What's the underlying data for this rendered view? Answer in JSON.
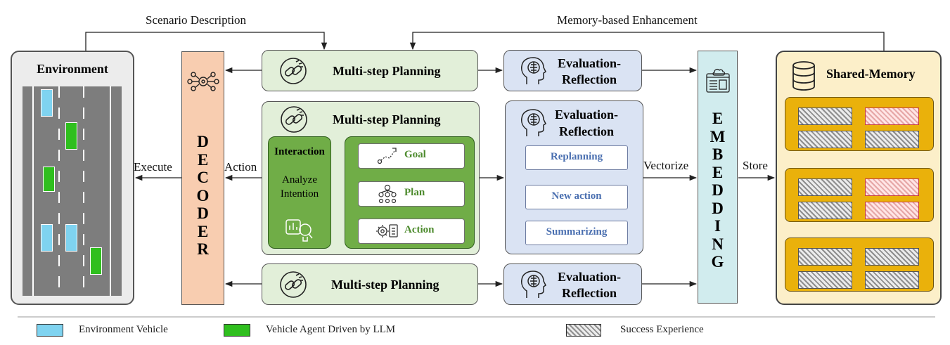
{
  "top_labels": {
    "scenario": "Scenario Description",
    "memory": "Memory-based Enhancement"
  },
  "environment": {
    "title": "Environment"
  },
  "decoder": {
    "letters": [
      "D",
      "E",
      "C",
      "O",
      "D",
      "E",
      "R"
    ]
  },
  "flow_labels": {
    "execute": "Execute",
    "action": "Action",
    "vectorize": "Vectorize",
    "store": "Store"
  },
  "planning": {
    "top_title": "Multi-step Planning",
    "middle_title": "Multi-step Planning",
    "bottom_title": "Multi-step Planning",
    "interaction_title": "Interaction",
    "interaction_text_1": "Analyze",
    "interaction_text_2": "Intention",
    "steps": [
      "Goal",
      "Plan",
      "Action"
    ]
  },
  "evaluation": {
    "top": [
      "Evaluation-",
      "Reflection"
    ],
    "middle": [
      "Evaluation-",
      "Reflection"
    ],
    "bottom": [
      "Evaluation-",
      "Reflection"
    ],
    "substeps": [
      "Replanning",
      "New action",
      "Summarizing"
    ]
  },
  "embedding": {
    "letters": [
      "E",
      "M",
      "B",
      "E",
      "D",
      "D",
      "I",
      "N",
      "G"
    ]
  },
  "shared_memory": {
    "title": "Shared-Memory",
    "groups": [
      [
        "success",
        "failure",
        "success",
        "success"
      ],
      [
        "success",
        "failure",
        "success",
        "failure"
      ],
      [
        "success",
        "success",
        "success",
        "success"
      ]
    ]
  },
  "legend": [
    {
      "label": "Environment Vehicle",
      "color": "#7fd3f0"
    },
    {
      "label": "Vehicle Agent Driven by LLM",
      "color": "#2fbf1e"
    },
    {
      "label": "Success Experience",
      "color": "#a9a9a9"
    }
  ],
  "colors": {
    "environment_vehicle": "#7fd3f0",
    "agent_vehicle": "#2fbf1e",
    "decoder_fill": "#f8cdb0",
    "planning_fill": "#e2efd9",
    "planning_inner": "#70ad47",
    "evaluation_fill": "#dae3f3",
    "embedding_fill": "#d1ecee",
    "shared_memory_fill": "#fcefc9",
    "memory_group_fill": "#eab10b"
  }
}
